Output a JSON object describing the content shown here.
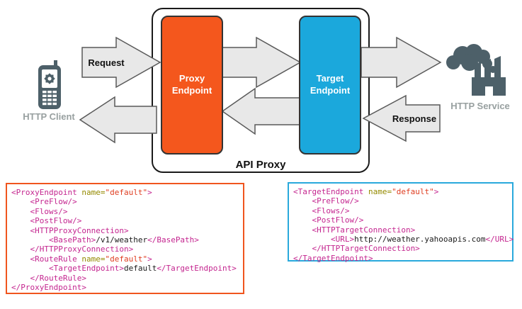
{
  "colors": {
    "proxy_orange": "#F4571D",
    "target_blue": "#1BA8DC",
    "arrow_fill": "#E8E8E8",
    "arrow_stroke": "#595959",
    "icon_gray": "#4D6069",
    "label_gray": "#98A0A0",
    "code_tag": "#C4258F",
    "code_attr": "#948A00",
    "code_value": "#DF3D20",
    "code_text": "#1A1A1A"
  },
  "diagram": {
    "client_label": "HTTP Client",
    "service_label": "HTTP Service",
    "api_proxy_label": "API Proxy",
    "proxy_endpoint_label": "Proxy Endpoint",
    "target_endpoint_label": "Target Endpoint",
    "request_label": "Request",
    "response_label": "Response"
  },
  "code_blocks": [
    {
      "name": "proxy-endpoint-xml",
      "accent": "#F0551E",
      "lines": [
        [
          {
            "c": "tag",
            "t": "<ProxyEndpoint "
          },
          {
            "c": "attr",
            "t": "name="
          },
          {
            "c": "val",
            "t": "\"default\""
          },
          {
            "c": "tag",
            "t": ">"
          }
        ],
        [
          {
            "c": "tag",
            "t": "    <PreFlow/>"
          }
        ],
        [
          {
            "c": "tag",
            "t": "    <Flows/>"
          }
        ],
        [
          {
            "c": "tag",
            "t": "    <PostFlow/>"
          }
        ],
        [
          {
            "c": "tag",
            "t": "    <HTTPProxyConnection>"
          }
        ],
        [
          {
            "c": "tag",
            "t": "        <BasePath>"
          },
          {
            "c": "txt",
            "t": "/v1/weather"
          },
          {
            "c": "tag",
            "t": "</BasePath>"
          }
        ],
        [
          {
            "c": "tag",
            "t": "    </HTTPProxyConnection>"
          }
        ],
        [
          {
            "c": "tag",
            "t": "    <RouteRule "
          },
          {
            "c": "attr",
            "t": "name="
          },
          {
            "c": "val",
            "t": "\"default\""
          },
          {
            "c": "tag",
            "t": ">"
          }
        ],
        [
          {
            "c": "tag",
            "t": "        <TargetEndpoint>"
          },
          {
            "c": "txt",
            "t": "default"
          },
          {
            "c": "tag",
            "t": "</TargetEndpoint>"
          }
        ],
        [
          {
            "c": "tag",
            "t": "    </RouteRule>"
          }
        ],
        [
          {
            "c": "tag",
            "t": "</ProxyEndpoint>"
          }
        ]
      ]
    },
    {
      "name": "target-endpoint-xml",
      "accent": "#29A9DC",
      "lines": [
        [
          {
            "c": "tag",
            "t": "<TargetEndpoint "
          },
          {
            "c": "attr",
            "t": "name="
          },
          {
            "c": "val",
            "t": "\"default\""
          },
          {
            "c": "tag",
            "t": ">"
          }
        ],
        [
          {
            "c": "tag",
            "t": "    <PreFlow/>"
          }
        ],
        [
          {
            "c": "tag",
            "t": "    <Flows/>"
          }
        ],
        [
          {
            "c": "tag",
            "t": "    <PostFlow/>"
          }
        ],
        [
          {
            "c": "tag",
            "t": "    <HTTPTargetConnection>"
          }
        ],
        [
          {
            "c": "tag",
            "t": "        <URL>"
          },
          {
            "c": "txt",
            "t": "http://weather.yahooapis.com"
          },
          {
            "c": "tag",
            "t": "</URL>"
          }
        ],
        [
          {
            "c": "tag",
            "t": "    </HTTPTargetConnection>"
          }
        ],
        [
          {
            "c": "tag",
            "t": "</TargetEndpoint>"
          }
        ]
      ]
    }
  ]
}
